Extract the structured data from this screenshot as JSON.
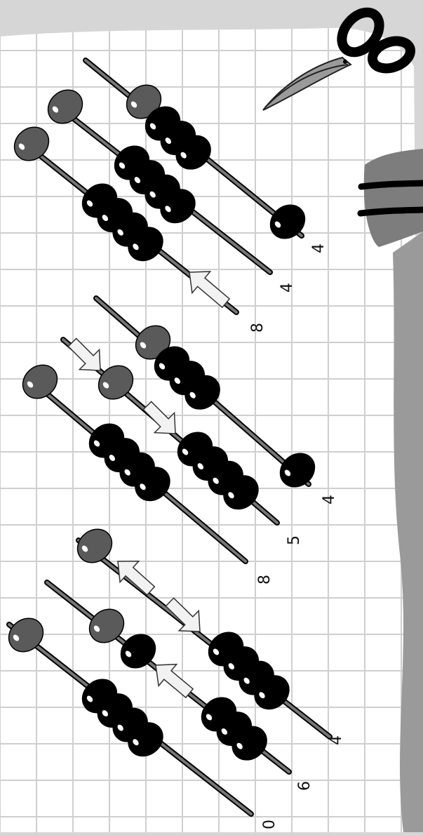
{
  "colors": {
    "background": "#d6d6d6",
    "paper": "#ffffff",
    "grid": "#cfcfcf",
    "bead_upper": "#5a5a5a",
    "bead_lower": "#000000",
    "rod": "#777777",
    "arrow_fill": "#f2f2f2",
    "shadow_panel": "#7d7d7d"
  },
  "icons": {
    "scissors": "scissors-icon",
    "tear": "torn-paper-icon",
    "equals": "equals-sign-icon"
  },
  "abaci": [
    {
      "name": "abacus-1",
      "rod_values": [
        "4",
        "4",
        "8"
      ]
    },
    {
      "name": "abacus-2",
      "rod_values": [
        "4",
        "5",
        "8"
      ]
    },
    {
      "name": "abacus-3",
      "rod_values": [
        "4",
        "6",
        "0"
      ]
    }
  ]
}
